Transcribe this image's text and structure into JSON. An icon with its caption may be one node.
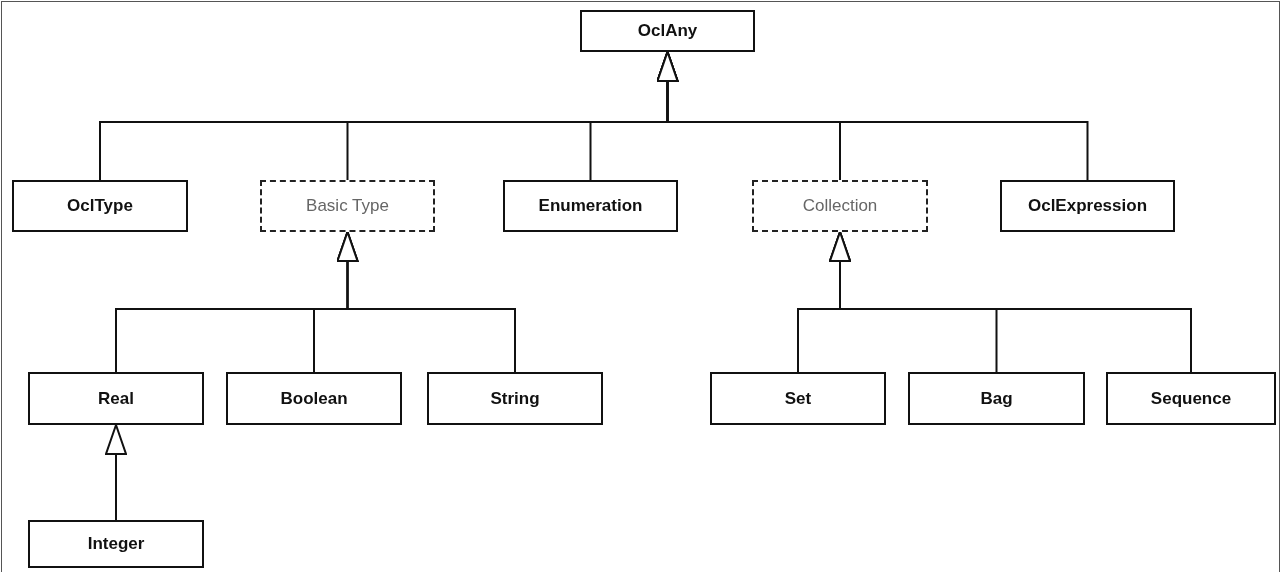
{
  "diagram": {
    "nodes": [
      {
        "text": [
          "OclAny"
        ]
      },
      {
        "text": [
          "OclType"
        ]
      },
      {
        "text": [
          "Basic Type"
        ]
      },
      {
        "text": [
          "Enumeration"
        ]
      },
      {
        "text": [
          "Collection"
        ]
      },
      {
        "text": [
          "OclExpression"
        ]
      },
      {
        "text": [
          "Real"
        ]
      },
      {
        "text": [
          "Boolean"
        ]
      },
      {
        "text": [
          "String"
        ]
      },
      {
        "text": [
          "Set"
        ]
      },
      {
        "text": [
          "Bag"
        ]
      },
      {
        "text": [
          "Sequence"
        ]
      },
      {
        "text": [
          "Integer"
        ]
      }
    ],
    "edges": [
      {
        "from": 1,
        "to": 0,
        "arrow": "to"
      },
      {
        "from": 2,
        "to": 0,
        "arrow": "to"
      },
      {
        "from": 3,
        "to": 0,
        "arrow": "to"
      },
      {
        "from": 4,
        "to": 0,
        "arrow": "to"
      },
      {
        "from": 5,
        "to": 0,
        "arrow": "to"
      },
      {
        "from": 6,
        "to": 2,
        "arrow": "to"
      },
      {
        "from": 7,
        "to": 2,
        "arrow": "to"
      },
      {
        "from": 8,
        "to": 2,
        "arrow": "to"
      },
      {
        "from": 9,
        "to": 4,
        "arrow": "to"
      },
      {
        "from": 10,
        "to": 4,
        "arrow": "to"
      },
      {
        "from": 11,
        "to": 4,
        "arrow": "to"
      },
      {
        "from": 12,
        "to": 6,
        "arrow": "to"
      }
    ]
  }
}
